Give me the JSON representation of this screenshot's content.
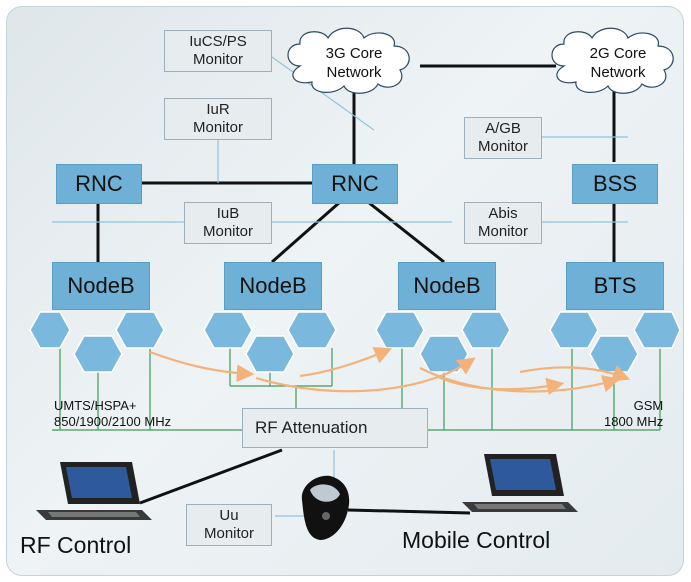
{
  "clouds": {
    "core3g": {
      "line1": "3G Core",
      "line2": "Network"
    },
    "core2g": {
      "line1": "2G Core",
      "line2": "Network"
    }
  },
  "nodes": {
    "rnc_left": "RNC",
    "rnc_center": "RNC",
    "bss": "BSS",
    "nodeb_1": "NodeB",
    "nodeb_2": "NodeB",
    "nodeb_3": "NodeB",
    "bts": "BTS"
  },
  "monitors": {
    "iucs_ps": {
      "line1": "IuCS/PS",
      "line2": "Monitor"
    },
    "iur": {
      "line1": "IuR",
      "line2": "Monitor"
    },
    "iub": {
      "line1": "IuB",
      "line2": "Monitor"
    },
    "agb": {
      "line1": "A/GB",
      "line2": "Monitor"
    },
    "abis": {
      "line1": "Abis",
      "line2": "Monitor"
    },
    "uu": {
      "line1": "Uu",
      "line2": "Monitor"
    }
  },
  "labels": {
    "umts_line1": "UMTS/HSPA+",
    "umts_line2": "850/1900/2100 MHz",
    "gsm_line1": "GSM",
    "gsm_line2": "1800 MHz",
    "rf_attenuation": "RF Attenuation",
    "rf_control": "RF Control",
    "mobile_control": "Mobile Control"
  },
  "colors": {
    "node_fill": "#6fb1d6",
    "cell_fill": "#7ab8dd",
    "rf_line": "#3f9b55",
    "handover_arrow": "#f2b27a",
    "monitor_line": "#8fc3df"
  }
}
